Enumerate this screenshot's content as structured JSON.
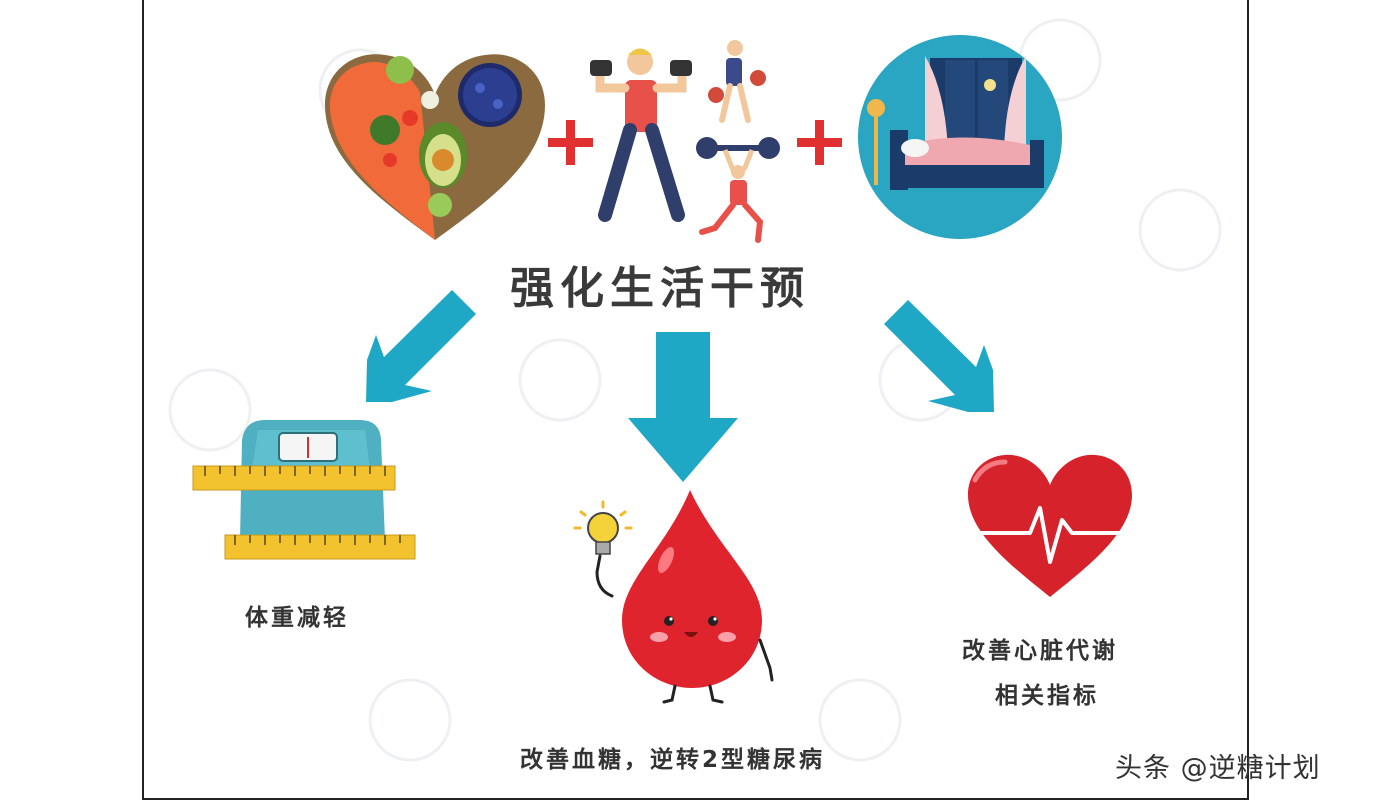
{
  "title": "强化生活干预",
  "outcomes": {
    "weight": "体重减轻",
    "blood": "改善血糖，逆转2型糖尿病",
    "heart_line1": "改善心脏代谢",
    "heart_line2": "相关指标"
  },
  "watermark": "头条 @逆糖计划",
  "colors": {
    "arrow": "#1fa7c6",
    "plus": "#e03030",
    "heart": "#d6232b",
    "drop": "#e0242e",
    "scale": "#4fb0c1",
    "tape": "#f2c22f"
  },
  "icons": [
    "food-heart-icon",
    "exercise-icon",
    "sleep-icon",
    "scale-icon",
    "blood-drop-icon",
    "heart-pulse-icon",
    "lightbulb-icon"
  ]
}
